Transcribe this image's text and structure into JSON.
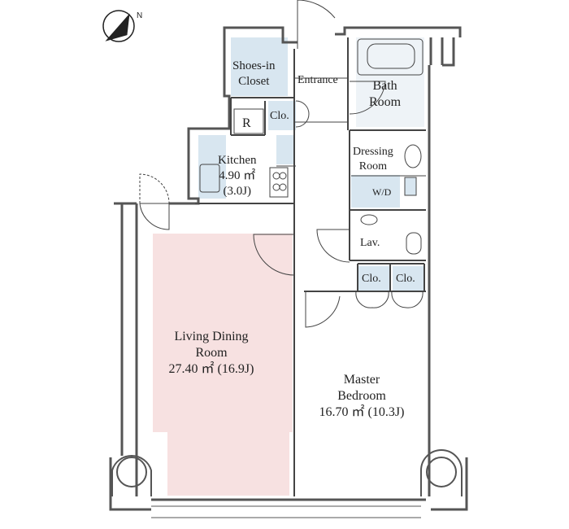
{
  "rooms": {
    "shoes_in_closet": [
      "Shoes-in",
      "Closet"
    ],
    "entrance": "Entrance",
    "bath_room": [
      "Bath",
      "Room"
    ],
    "refrigerator": "R",
    "closet_entry": "Clo.",
    "kitchen": [
      "Kitchen",
      "4.90 ㎡",
      "(3.0J)"
    ],
    "dressing_room": [
      "Dressing",
      "Room"
    ],
    "washer_dryer": "W/D",
    "lavatory": "Lav.",
    "closet_bedroom_1": "Clo.",
    "closet_bedroom_2": "Clo.",
    "living_dining": [
      "Living Dining",
      "Room",
      "27.40 ㎡ (16.9J)"
    ],
    "master_bedroom": [
      "Master",
      "Bedroom",
      "16.70 ㎡ (10.3J)"
    ]
  },
  "compass": {
    "north_label": "N",
    "rotation_deg": 62
  },
  "colors": {
    "wall": "#555555",
    "wet_area": "#d8e6f0",
    "living_highlight": "#f7e1e1",
    "line": "#444444"
  }
}
